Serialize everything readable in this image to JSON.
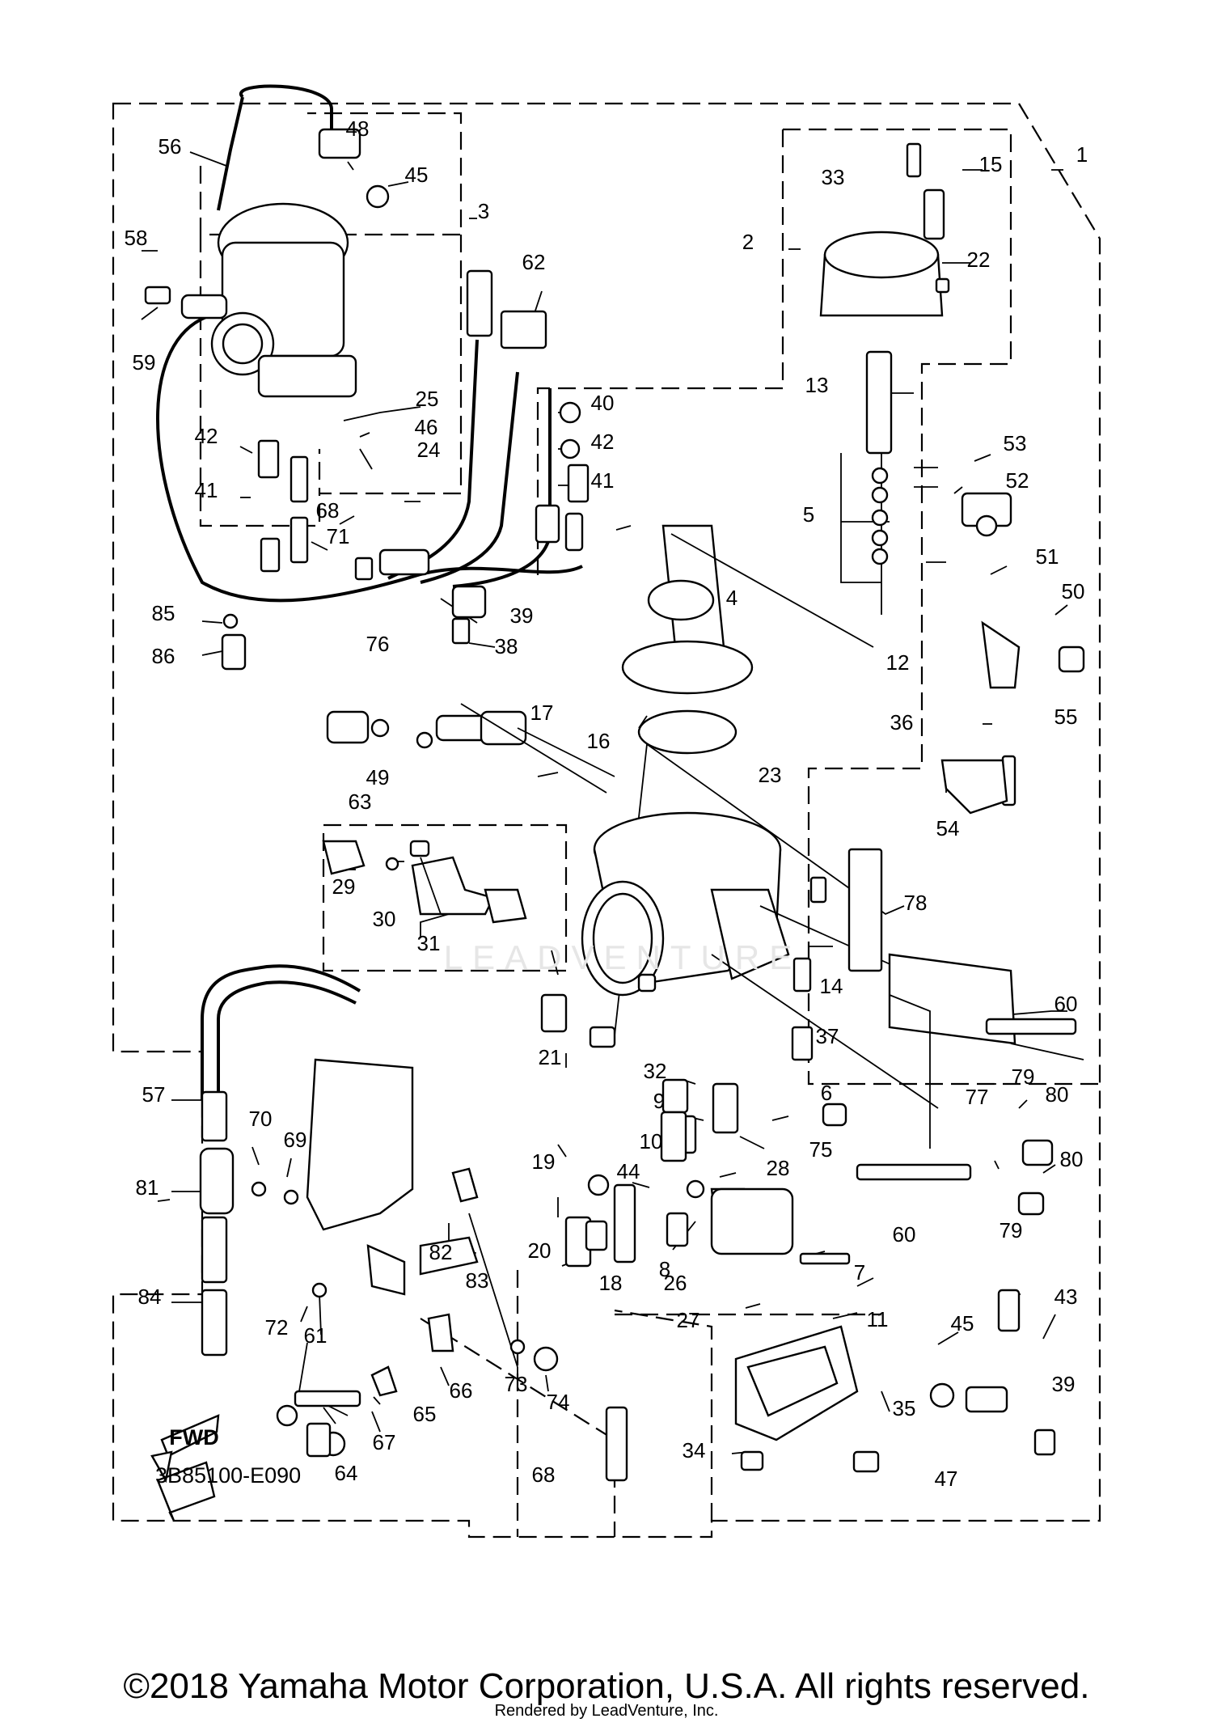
{
  "diagram": {
    "code": "3B85100-E090",
    "fwd_label": "FWD",
    "watermark": "LEADVENTURE",
    "callouts": [
      "1",
      "2",
      "3",
      "4",
      "5",
      "6",
      "7",
      "8",
      "9",
      "10",
      "11",
      "12",
      "13",
      "14",
      "15",
      "16",
      "17",
      "18",
      "19",
      "20",
      "21",
      "22",
      "23",
      "24",
      "25",
      "26",
      "27",
      "28",
      "29",
      "30",
      "31",
      "32",
      "33",
      "34",
      "35",
      "36",
      "37",
      "38",
      "39",
      "40",
      "41",
      "42",
      "43",
      "44",
      "45",
      "46",
      "47",
      "48",
      "49",
      "50",
      "51",
      "52",
      "53",
      "54",
      "55",
      "56",
      "57",
      "58",
      "59",
      "60",
      "61",
      "62",
      "63",
      "64",
      "65",
      "66",
      "67",
      "68",
      "69",
      "70",
      "71",
      "72",
      "73",
      "74",
      "75",
      "76",
      "77",
      "78",
      "79",
      "80",
      "81",
      "82",
      "83",
      "84",
      "85",
      "86"
    ],
    "callout_labels": [
      {
        "id": "1",
        "t": "1"
      },
      {
        "id": "2",
        "t": "2"
      },
      {
        "id": "3",
        "t": "3"
      },
      {
        "id": "4",
        "t": "4"
      },
      {
        "id": "5",
        "t": "5"
      },
      {
        "id": "6",
        "t": "6"
      },
      {
        "id": "7",
        "t": "7"
      },
      {
        "id": "8",
        "t": "8"
      },
      {
        "id": "9",
        "t": "9"
      },
      {
        "id": "10",
        "t": "10"
      },
      {
        "id": "11",
        "t": "11"
      },
      {
        "id": "12",
        "t": "12"
      },
      {
        "id": "13",
        "t": "13"
      },
      {
        "id": "14",
        "t": "14"
      },
      {
        "id": "15",
        "t": "15"
      },
      {
        "id": "16",
        "t": "16"
      },
      {
        "id": "17",
        "t": "17"
      },
      {
        "id": "18",
        "t": "18"
      },
      {
        "id": "19",
        "t": "19"
      },
      {
        "id": "20",
        "t": "20"
      },
      {
        "id": "21",
        "t": "21"
      },
      {
        "id": "22",
        "t": "22"
      },
      {
        "id": "23",
        "t": "23"
      },
      {
        "id": "24",
        "t": "24"
      },
      {
        "id": "25",
        "t": "25"
      },
      {
        "id": "26",
        "t": "26"
      },
      {
        "id": "27",
        "t": "27"
      },
      {
        "id": "28",
        "t": "28"
      },
      {
        "id": "29",
        "t": "29"
      },
      {
        "id": "30",
        "t": "30"
      },
      {
        "id": "31",
        "t": "31"
      },
      {
        "id": "32",
        "t": "32"
      },
      {
        "id": "33",
        "t": "33"
      },
      {
        "id": "34",
        "t": "34"
      },
      {
        "id": "35",
        "t": "35"
      },
      {
        "id": "36",
        "t": "36"
      },
      {
        "id": "37",
        "t": "37"
      },
      {
        "id": "38",
        "t": "38"
      },
      {
        "id": "39a",
        "t": "39"
      },
      {
        "id": "39b",
        "t": "39"
      },
      {
        "id": "40",
        "t": "40"
      },
      {
        "id": "41a",
        "t": "41"
      },
      {
        "id": "41b",
        "t": "41"
      },
      {
        "id": "42a",
        "t": "42"
      },
      {
        "id": "42b",
        "t": "42"
      },
      {
        "id": "43",
        "t": "43"
      },
      {
        "id": "44",
        "t": "44"
      },
      {
        "id": "45a",
        "t": "45"
      },
      {
        "id": "45b",
        "t": "45"
      },
      {
        "id": "46",
        "t": "46"
      },
      {
        "id": "47",
        "t": "47"
      },
      {
        "id": "48",
        "t": "48"
      },
      {
        "id": "49",
        "t": "49"
      },
      {
        "id": "50",
        "t": "50"
      },
      {
        "id": "51",
        "t": "51"
      },
      {
        "id": "52",
        "t": "52"
      },
      {
        "id": "53",
        "t": "53"
      },
      {
        "id": "54",
        "t": "54"
      },
      {
        "id": "55",
        "t": "55"
      },
      {
        "id": "56",
        "t": "56"
      },
      {
        "id": "57",
        "t": "57"
      },
      {
        "id": "58",
        "t": "58"
      },
      {
        "id": "59",
        "t": "59"
      },
      {
        "id": "60a",
        "t": "60"
      },
      {
        "id": "60b",
        "t": "60"
      },
      {
        "id": "61",
        "t": "61"
      },
      {
        "id": "62",
        "t": "62"
      },
      {
        "id": "63",
        "t": "63"
      },
      {
        "id": "64",
        "t": "64"
      },
      {
        "id": "65",
        "t": "65"
      },
      {
        "id": "66",
        "t": "66"
      },
      {
        "id": "67",
        "t": "67"
      },
      {
        "id": "68a",
        "t": "68"
      },
      {
        "id": "68b",
        "t": "68"
      },
      {
        "id": "69",
        "t": "69"
      },
      {
        "id": "70",
        "t": "70"
      },
      {
        "id": "71",
        "t": "71"
      },
      {
        "id": "72",
        "t": "72"
      },
      {
        "id": "73",
        "t": "73"
      },
      {
        "id": "74",
        "t": "74"
      },
      {
        "id": "75",
        "t": "75"
      },
      {
        "id": "76",
        "t": "76"
      },
      {
        "id": "77",
        "t": "77"
      },
      {
        "id": "78",
        "t": "78"
      },
      {
        "id": "79a",
        "t": "79"
      },
      {
        "id": "79b",
        "t": "79"
      },
      {
        "id": "80a",
        "t": "80"
      },
      {
        "id": "80b",
        "t": "80"
      },
      {
        "id": "81",
        "t": "81"
      },
      {
        "id": "82",
        "t": "82"
      },
      {
        "id": "83",
        "t": "83"
      },
      {
        "id": "84",
        "t": "84"
      },
      {
        "id": "85",
        "t": "85"
      },
      {
        "id": "86",
        "t": "86"
      }
    ]
  },
  "footer": {
    "copyright": "©2018 Yamaha Motor Corporation, U.S.A. All rights reserved.",
    "rendered_by": "Rendered by LeadVenture, Inc."
  }
}
